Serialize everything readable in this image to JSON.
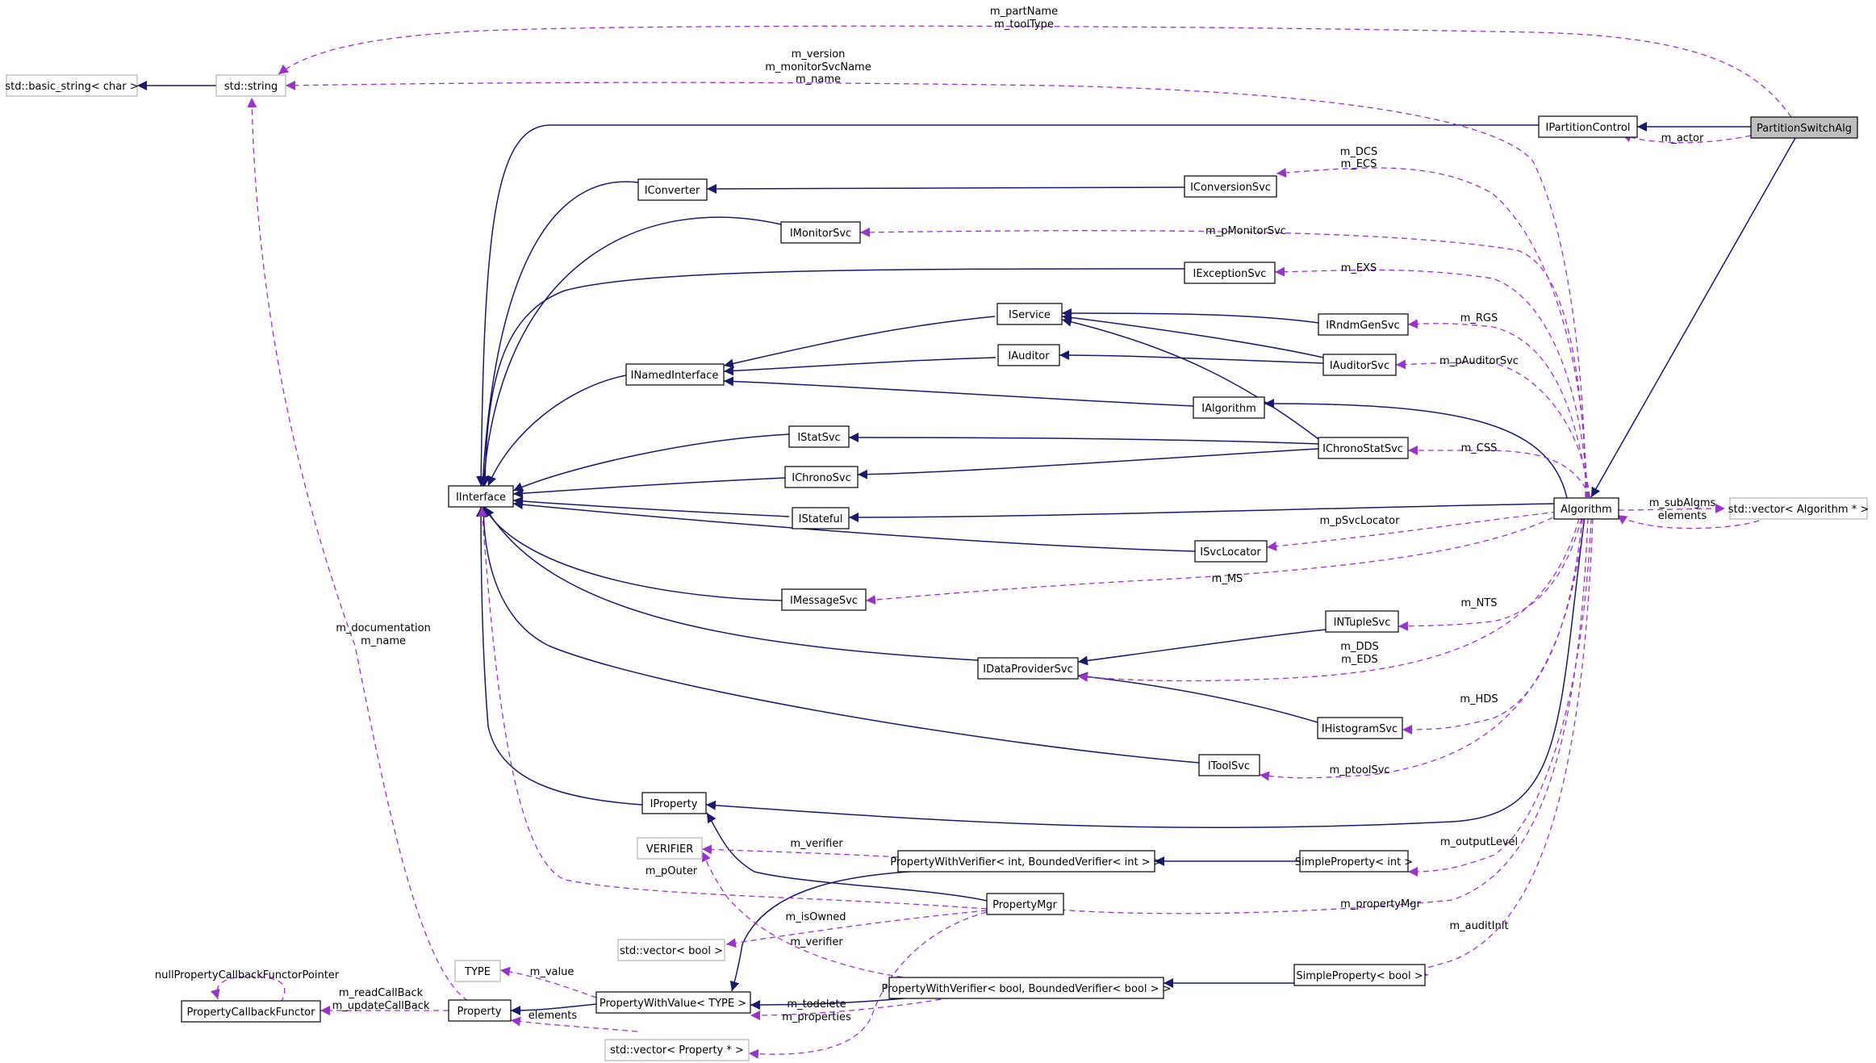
{
  "diagram": {
    "colors": {
      "inherit": "#191970",
      "use": "#9a32cd",
      "node_border": "#000000",
      "external_border": "#b4b4b4",
      "selected_fill": "#bfbfbf"
    },
    "nodes": {
      "PartitionSwitchAlg": "PartitionSwitchAlg",
      "basic_string": "std::basic_string< char >",
      "std_string": "std::string",
      "IPartitionControl": "IPartitionControl",
      "IConverter": "IConverter",
      "IConversionSvc": "IConversionSvc",
      "IMonitorSvc": "IMonitorSvc",
      "IExceptionSvc": "IExceptionSvc",
      "IService": "IService",
      "IRndmGenSvc": "IRndmGenSvc",
      "IAuditor": "IAuditor",
      "IAuditorSvc": "IAuditorSvc",
      "INamedInterface": "INamedInterface",
      "IAlgorithm": "IAlgorithm",
      "IStatSvc": "IStatSvc",
      "IChronoStatSvc": "IChronoStatSvc",
      "IInterface": "IInterface",
      "IChronoSvc": "IChronoSvc",
      "IStateful": "IStateful",
      "Algorithm": "Algorithm",
      "vector_algorithm": "std::vector< Algorithm * >",
      "ISvcLocator": "ISvcLocator",
      "IMessageSvc": "IMessageSvc",
      "INTupleSvc": "INTupleSvc",
      "IDataProviderSvc": "IDataProviderSvc",
      "IHistogramSvc": "IHistogramSvc",
      "IToolSvc": "IToolSvc",
      "IProperty": "IProperty",
      "VERIFIER": "VERIFIER",
      "PWV_int": "PropertyWithVerifier< int, BoundedVerifier< int > >",
      "SimpleProperty_int": "SimpleProperty< int >",
      "PropertyMgr": "PropertyMgr",
      "vector_bool": "std::vector< bool >",
      "TYPE": "TYPE",
      "PropertyWithValue": "PropertyWithValue< TYPE >",
      "PWV_bool": "PropertyWithVerifier< bool, BoundedVerifier< bool > >",
      "SimpleProperty_bool": "SimpleProperty< bool >",
      "PropertyCallbackFunctor": "PropertyCallbackFunctor",
      "Property": "Property",
      "vector_property": "std::vector< Property * >"
    },
    "edge_labels": {
      "m_partName": "m_partName",
      "m_toolType": "m_toolType",
      "m_version": "m_version",
      "m_monitorSvcName": "m_monitorSvcName",
      "m_name_top": "m_name",
      "m_actor": "m_actor",
      "m_DCS": "m_DCS",
      "m_ECS": "m_ECS",
      "m_pMonitorSvc": "m_pMonitorSvc",
      "m_EXS": "m_EXS",
      "m_RGS": "m_RGS",
      "m_pAuditorSvc": "m_pAuditorSvc",
      "m_CSS": "m_CSS",
      "m_subAlgms": "m_subAlgms",
      "elements_alg": "elements",
      "m_pSvcLocator": "m_pSvcLocator",
      "m_MS": "m_MS",
      "m_NTS": "m_NTS",
      "m_DDS": "m_DDS",
      "m_EDS": "m_EDS",
      "m_HDS": "m_HDS",
      "m_ptoolSvc": "m_ptoolSvc",
      "m_documentation": "m_documentation",
      "m_name_prop": "m_name",
      "m_verifier_top": "m_verifier",
      "m_pOuter": "m_pOuter",
      "m_outputLevel": "m_outputLevel",
      "m_propertyMgr": "m_propertyMgr",
      "m_isOwned": "m_isOwned",
      "m_verifier_low": "m_verifier",
      "m_auditInit": "m_auditInit",
      "m_value": "m_value",
      "nullPropertyCallbackFunctorPointer": "nullPropertyCallbackFunctorPointer",
      "m_readCallBack": "m_readCallBack",
      "m_updateCallBack": "m_updateCallBack",
      "elements_prop": "elements",
      "m_todelete": "m_todelete",
      "m_properties": "m_properties"
    }
  }
}
